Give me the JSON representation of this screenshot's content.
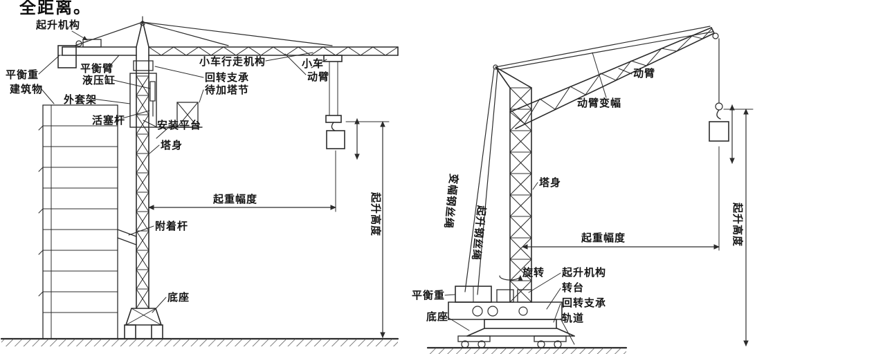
{
  "header": {
    "top_text": "全距离。"
  },
  "colors": {
    "line": "#2b2b2b",
    "text": "#141414",
    "background": "#ffffff"
  },
  "left_diagram": {
    "title_hint": "trolley-jib tower crane",
    "labels": {
      "hoisting_mechanism": "起升机构",
      "counterweight": "平衡重",
      "building": "建筑物",
      "balance_arm": "平衡臂",
      "hydraulic_cylinder": "液压缸",
      "outer_frame": "外套架",
      "piston_rod": "活塞杆",
      "trolley_travel_mechanism": "小车行走机构",
      "slewing_bearing": "回转支承",
      "tower_section_to_add": "待加塔节",
      "trolley": "小车",
      "boom": "动臂",
      "installation_platform": "安装平台",
      "tower_body": "塔身",
      "lifting_radius": "起重幅度",
      "attachment_rod": "附着杆",
      "base": "底座",
      "lifting_height": "起升高度"
    }
  },
  "right_diagram": {
    "title_hint": "luffing-jib tower crane",
    "labels": {
      "luffing_boom": "动臂",
      "boom_luffing": "动臂变幅",
      "tower_body": "塔身",
      "luffing_rope": "变幅钢丝绳",
      "hoisting_rope": "起升钢丝绳",
      "rotation": "旋转",
      "hoisting_mechanism": "起升机构",
      "turntable": "转台",
      "slewing_bearing": "回转支承",
      "track": "轨道",
      "counterweight": "平衡重",
      "base": "底座",
      "lifting_radius": "起重幅度",
      "lifting_height": "起升高度"
    }
  }
}
